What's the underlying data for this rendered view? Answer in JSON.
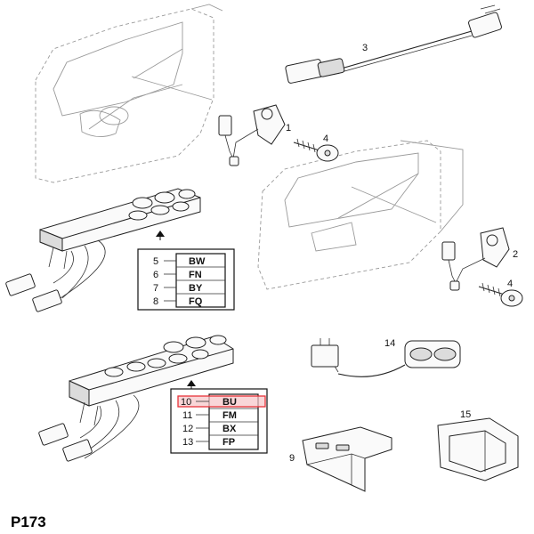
{
  "page_label": "P173",
  "callouts": {
    "c1": "1",
    "c2": "2",
    "c3": "3",
    "c4a": "4",
    "c4b": "4",
    "c9": "9",
    "c14": "14",
    "c15": "15"
  },
  "code_table_1": [
    {
      "num": "5",
      "code": "BW"
    },
    {
      "num": "6",
      "code": "FN"
    },
    {
      "num": "7",
      "code": "BY"
    },
    {
      "num": "8",
      "code": "FQ"
    }
  ],
  "code_table_2": [
    {
      "num": "10",
      "code": "BU",
      "highlighted": true
    },
    {
      "num": "11",
      "code": "FM"
    },
    {
      "num": "12",
      "code": "BX"
    },
    {
      "num": "13",
      "code": "FP"
    }
  ],
  "colors": {
    "highlight": "#e8323a",
    "highlight_fill": "#f7c4c7"
  }
}
